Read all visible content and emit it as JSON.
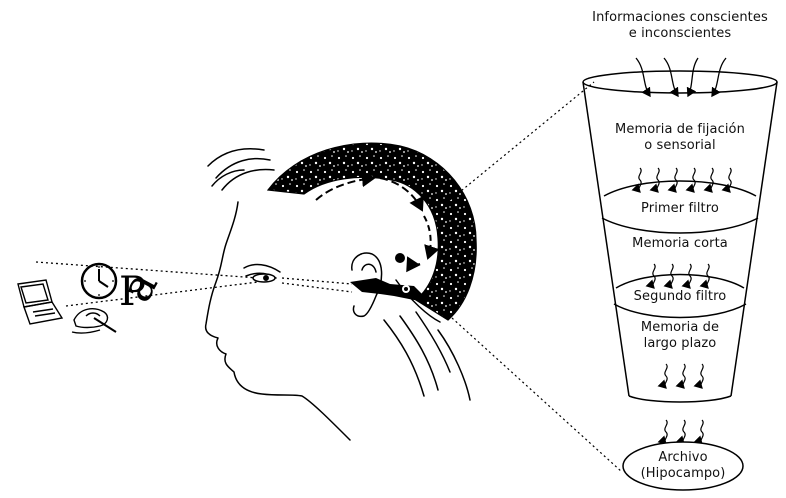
{
  "diagram": {
    "top_label": {
      "line1": "Informaciones conscientes",
      "line2": "e inconscientes"
    },
    "funnel": {
      "sensorial": {
        "line1": "Memoria de fijación",
        "line2": "o sensorial"
      },
      "filter1": "Primer filtro",
      "short_memory": "Memoria corta",
      "filter2": "Segundo filtro",
      "long_memory": {
        "line1": "Memoria de",
        "line2": "largo plazo"
      },
      "archive": {
        "line1": "Archivo",
        "line2": "(Hipocampo)"
      }
    },
    "stimuli": {
      "letters": "Pa"
    }
  }
}
